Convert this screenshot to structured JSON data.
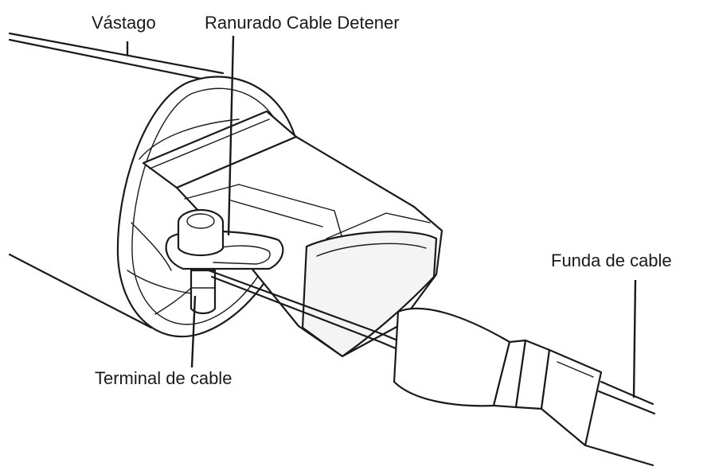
{
  "labels": {
    "rod": "Vástago",
    "slotted_cable_stop": "Ranurado Cable Detener",
    "cable_housing": "Funda de cable",
    "cable_terminal": "Terminal de cable"
  }
}
